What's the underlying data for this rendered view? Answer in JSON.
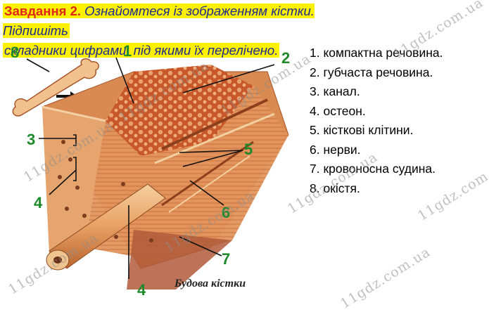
{
  "task": {
    "number": "Завдання 2.",
    "line1": "Ознайомтеся із зображенням кістки. Підпишіть",
    "line2": "складники цифрами, під якими їх перелічено."
  },
  "legend": [
    "1. компактна речовина.",
    "2. губчаста речовина.",
    "3. канал.",
    "4. остеон.",
    "5. кісткові клітини.",
    "6. нерви.",
    "7. кровоносна судина.",
    "8. окістя."
  ],
  "figure": {
    "caption": "Будова кістки",
    "labels": [
      "8",
      "1",
      "2",
      "3",
      "5",
      "4",
      "6",
      "7",
      "4"
    ]
  },
  "watermark": "11gdz.com.ua",
  "colors": {
    "task_text": "#1d2a8f",
    "task_number": "#e0251b",
    "highlight": "#fff200",
    "label_green": "#1f8a2a"
  }
}
